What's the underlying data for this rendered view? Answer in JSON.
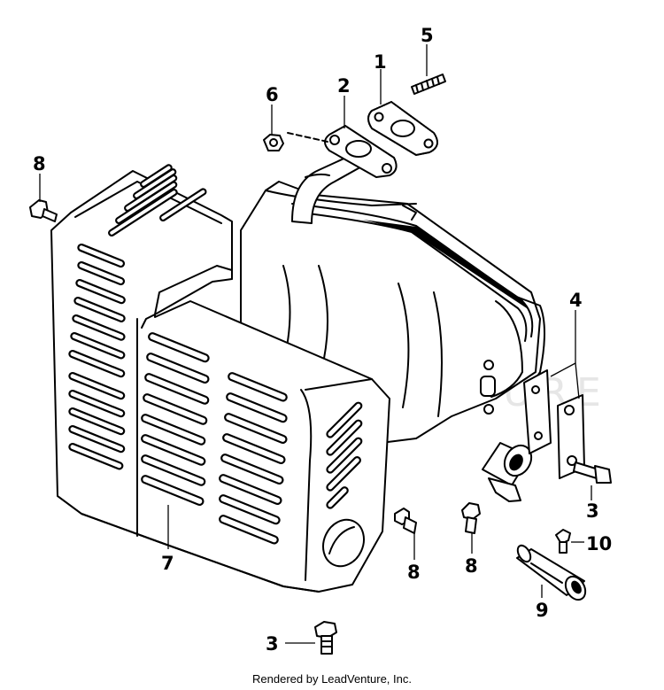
{
  "diagram": {
    "callouts": [
      {
        "id": "1",
        "label": "1"
      },
      {
        "id": "2",
        "label": "2"
      },
      {
        "id": "3a",
        "label": "3"
      },
      {
        "id": "3b",
        "label": "3"
      },
      {
        "id": "4",
        "label": "4"
      },
      {
        "id": "5",
        "label": "5"
      },
      {
        "id": "6",
        "label": "6"
      },
      {
        "id": "7",
        "label": "7"
      },
      {
        "id": "8a",
        "label": "8"
      },
      {
        "id": "8b",
        "label": "8"
      },
      {
        "id": "8c",
        "label": "8"
      },
      {
        "id": "9",
        "label": "9"
      },
      {
        "id": "10",
        "label": "10"
      }
    ],
    "watermark": "LEADVENTURE"
  },
  "footer": {
    "text": "Rendered by LeadVenture, Inc."
  }
}
